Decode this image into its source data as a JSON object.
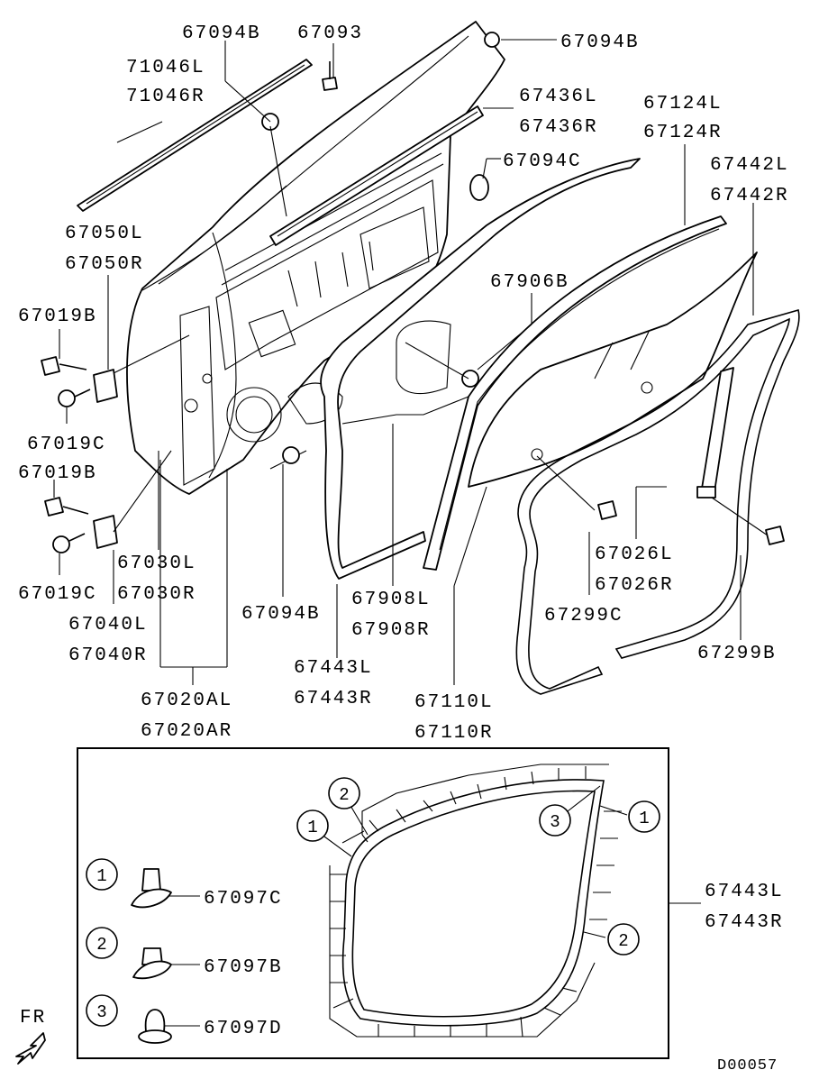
{
  "labels": {
    "p67094B_top": "67094B",
    "p67093": "67093",
    "p67094B_right": "67094B",
    "p71046L": "71046L",
    "p71046R": "71046R",
    "p67436L": "67436L",
    "p67436R": "67436R",
    "p67124L": "67124L",
    "p67124R": "67124R",
    "p67094C": "67094C",
    "p67442L": "67442L",
    "p67442R": "67442R",
    "p67050L": "67050L",
    "p67050R": "67050R",
    "p67906B": "67906B",
    "p67019B_1": "67019B",
    "p67019C_1": "67019C",
    "p67019B_2": "67019B",
    "p67019C_2": "67019C",
    "p67030L": "67030L",
    "p67030R": "67030R",
    "p67040L": "67040L",
    "p67040R": "67040R",
    "p67094B_mid": "67094B",
    "p67908L": "67908L",
    "p67908R": "67908R",
    "p67026L": "67026L",
    "p67026R": "67026R",
    "p67299C": "67299C",
    "p67299B": "67299B",
    "p67443L": "67443L",
    "p67443R": "67443R",
    "p67110L": "67110L",
    "p67110R": "67110R",
    "p67020AL": "67020AL",
    "p67020AR": "67020AR"
  },
  "inset": {
    "markers": [
      "1",
      "2",
      "3"
    ],
    "clips": [
      {
        "marker": "1",
        "part": "67097C"
      },
      {
        "marker": "2",
        "part": "67097B"
      },
      {
        "marker": "3",
        "part": "67097D"
      }
    ],
    "weatherstrip_L": "67443L",
    "weatherstrip_R": "67443R"
  },
  "direction_label": "FR",
  "diagram_code": "D00057"
}
